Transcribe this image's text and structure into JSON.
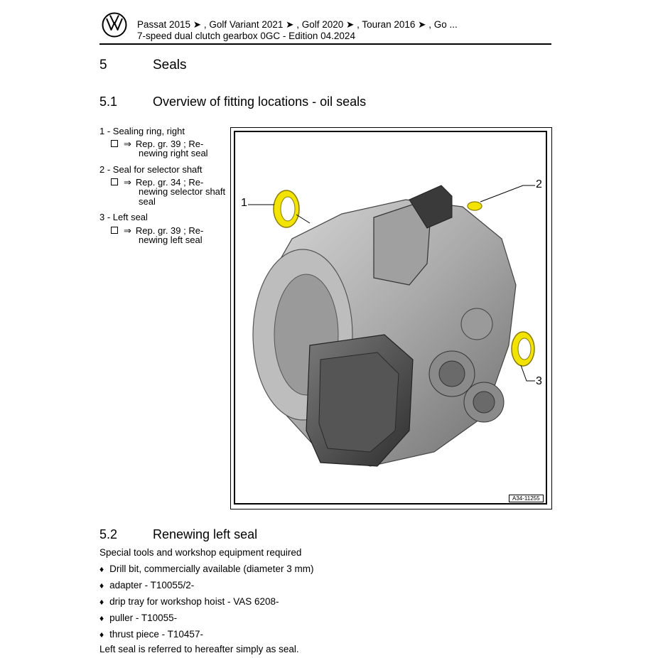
{
  "header": {
    "line1": "Passat 2015 ➤ , Golf Variant 2021 ➤ , Golf 2020 ➤ , Touran 2016 ➤ , Go ...",
    "line2": "7-speed dual clutch gearbox 0GC - Edition 04.2024"
  },
  "section5": {
    "number": "5",
    "title": "Seals"
  },
  "section51": {
    "number": "5.1",
    "title": "Overview of fitting locations - oil seals"
  },
  "legend": [
    {
      "label": "1 - Sealing ring, right",
      "note_line1": "Rep. gr.  39 ; Re-",
      "note_line2": "newing right seal",
      "note_line3": ""
    },
    {
      "label": "2 - Seal for selector shaft",
      "note_line1": "Rep. gr.  34 ; Re-",
      "note_line2": "newing selector shaft",
      "note_line3": "seal"
    },
    {
      "label": "3 - Left seal",
      "note_line1": "Rep. gr.  39 ; Re-",
      "note_line2": "newing left seal",
      "note_line3": ""
    }
  ],
  "arrow_symbol": "⇒",
  "figure": {
    "callouts": [
      "1",
      "2",
      "3"
    ],
    "id": "A34-11255",
    "seal_color": "#f2e400"
  },
  "section52": {
    "number": "5.2",
    "title": "Renewing left seal"
  },
  "tools": {
    "intro": "Special tools and workshop equipment required",
    "items": [
      "Drill bit, commercially available (diameter 3 mm)",
      "adapter - T10055/2-",
      "drip tray for workshop hoist - VAS 6208-",
      "puller - T10055-",
      "thrust piece - T10457-"
    ],
    "bullet": "♦"
  },
  "closing": "Left seal is referred to hereafter simply as seal."
}
